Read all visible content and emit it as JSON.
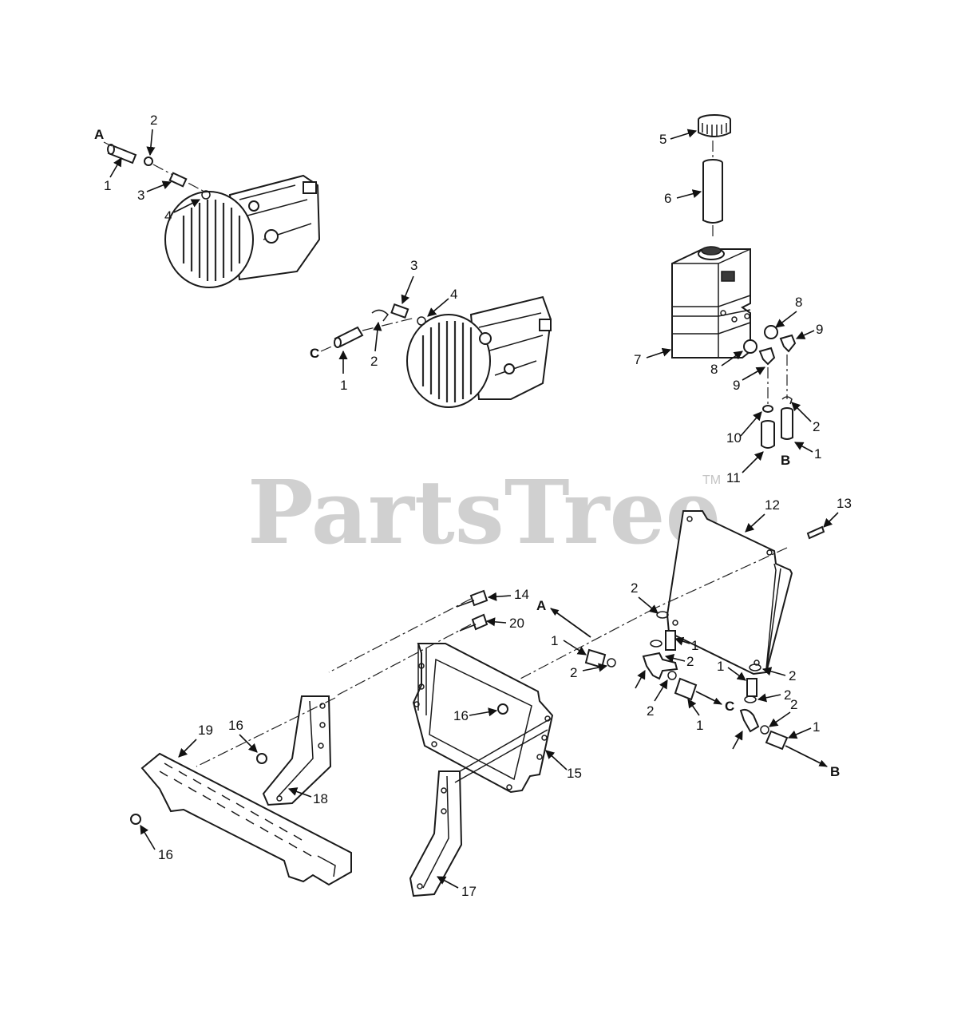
{
  "watermark": {
    "text": "PartsTree",
    "tm": "TM"
  },
  "refs": {
    "r1": "1",
    "r2": "2",
    "r3": "3",
    "r4": "4",
    "r5": "5",
    "r6": "6",
    "r7": "7",
    "r8": "8",
    "r9": "9",
    "r10": "10",
    "r11": "11",
    "r12": "12",
    "r13": "13",
    "r14": "14",
    "r15": "15",
    "r16": "16",
    "r17": "17",
    "r18": "18",
    "r19": "19",
    "r20": "20"
  },
  "connectors": {
    "a": "A",
    "b": "B",
    "c": "C"
  },
  "colors": {
    "line": "#1a1a1a",
    "watermark": "#d0d0d0",
    "background": "#ffffff"
  }
}
